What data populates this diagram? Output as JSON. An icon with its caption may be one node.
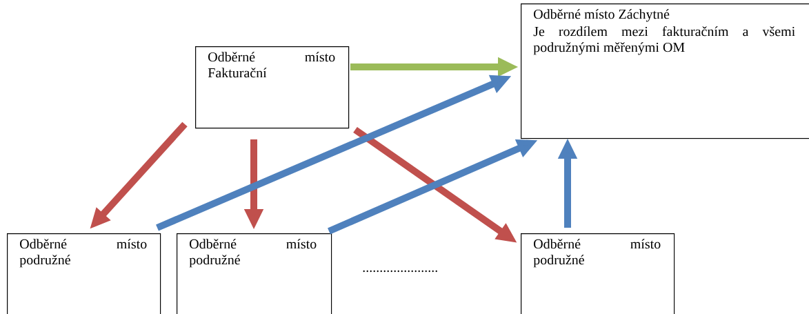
{
  "diagram": {
    "nodes": [
      {
        "text": [
          "Odběrné místo Fakturační"
        ]
      },
      {
        "text": [
          "Odběrné místo Záchytné",
          "Je rozdílem mezi fakturačním a všemi podružnými měřenými OM"
        ]
      },
      {
        "text": [
          "Odběrné místo podružné"
        ]
      },
      {
        "text": [
          "Odběrné místo podružné"
        ]
      },
      {
        "text": [
          "Odběrné místo podružné"
        ]
      }
    ],
    "edges": [
      {
        "from": 0,
        "to": 1,
        "arrow": "to",
        "color": "#9bbb59"
      },
      {
        "from": 0,
        "to": 2,
        "arrow": "to",
        "color": "#c0504d"
      },
      {
        "from": 0,
        "to": 3,
        "arrow": "to",
        "color": "#c0504d"
      },
      {
        "from": 0,
        "to": 4,
        "arrow": "to",
        "color": "#c0504d"
      },
      {
        "from": 2,
        "to": 1,
        "arrow": "to",
        "color": "#4f81bd"
      },
      {
        "from": 3,
        "to": 1,
        "arrow": "to",
        "color": "#4f81bd"
      },
      {
        "from": 4,
        "to": 1,
        "arrow": "to",
        "color": "#4f81bd"
      }
    ],
    "labels": [
      "......................"
    ]
  }
}
